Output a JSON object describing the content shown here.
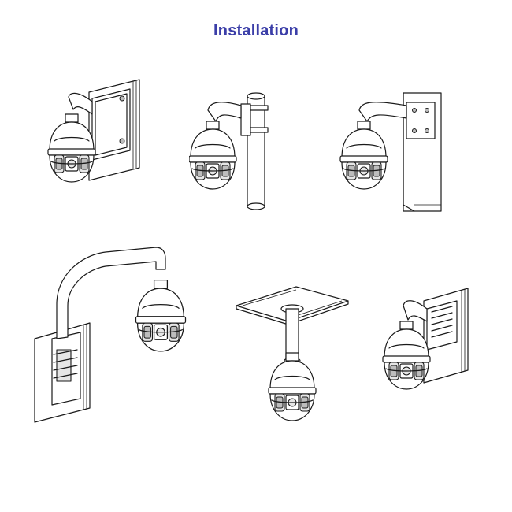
{
  "page": {
    "title": "Installation",
    "title_color": "#3b3ea8"
  },
  "figures": [
    {
      "id": "wall-mount-with-box"
    },
    {
      "id": "pole-mount"
    },
    {
      "id": "corner-mount"
    },
    {
      "id": "gooseneck-wall-mount"
    },
    {
      "id": "ceiling-pendant-mount"
    },
    {
      "id": "wall-mount"
    }
  ]
}
